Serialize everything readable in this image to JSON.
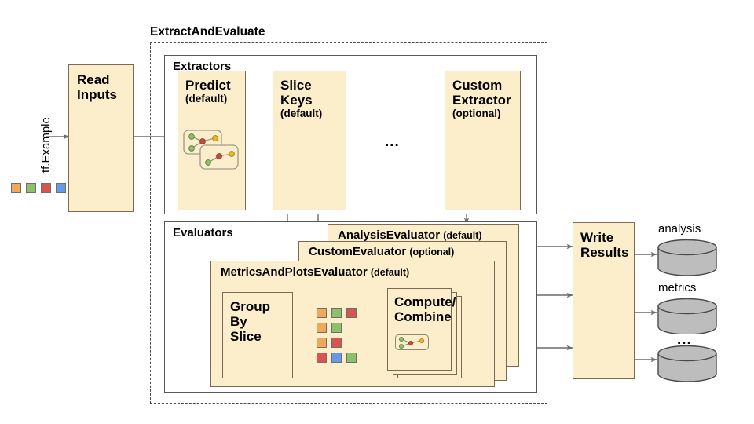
{
  "diagram": {
    "input_label": "tf.Example",
    "outer_group_title": "ExtractAndEvaluate",
    "extractors_title": "Extractors",
    "evaluators_title": "Evaluators",
    "ellipsis": "...",
    "colors": {
      "box_fill": "#fdeecb",
      "box_stroke": "#7a6a52",
      "container_stroke": "#585858",
      "dashed_stroke": "#4a4a4a",
      "arrow": "#6b6b6b",
      "cylinder_fill": "#bdbdbd",
      "cylinder_stroke": "#4a4a4a",
      "swatch_orange": "#f0a95a",
      "swatch_green": "#8cc06a",
      "swatch_red": "#d9534f",
      "swatch_blue": "#6699e8",
      "node_green": "#8cc06a",
      "node_red": "#c94b3b",
      "node_yellow": "#eeb422"
    },
    "nodes": {
      "read_inputs": {
        "title": "Read Inputs",
        "sub": ""
      },
      "predict": {
        "title": "Predict",
        "sub": "(default)"
      },
      "slice_keys": {
        "title": "Slice Keys",
        "sub": "(default)"
      },
      "custom_extractor": {
        "title": "Custom Extractor",
        "sub": "(optional)"
      },
      "group_by_slice": {
        "title": "Group By Slice",
        "sub": ""
      },
      "compute_combine": {
        "title": "Compute/ Combine",
        "sub": ""
      },
      "write_results": {
        "title": "Write Results",
        "sub": ""
      }
    },
    "evaluators": [
      {
        "name": "AnalysisEvaluator",
        "tag": "(default)"
      },
      {
        "name": "CustomEvaluator",
        "tag": "(optional)"
      },
      {
        "name": "MetricsAndPlotsEvaluator",
        "tag": "(default)"
      }
    ],
    "outputs": [
      {
        "label": "analysis"
      },
      {
        "label": "metrics"
      },
      {
        "label": "..."
      }
    ],
    "input_swatches": [
      "swatch_orange",
      "swatch_green",
      "swatch_red",
      "swatch_blue"
    ],
    "slice_swatch_rows": [
      [
        "swatch_orange",
        "swatch_green",
        "swatch_red"
      ],
      [
        "swatch_orange",
        "swatch_green"
      ],
      [
        "swatch_orange",
        "swatch_red"
      ],
      [
        "swatch_red",
        "swatch_blue",
        "swatch_green"
      ]
    ]
  }
}
